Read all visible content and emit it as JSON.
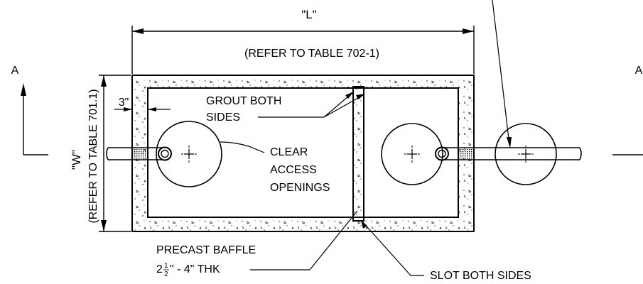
{
  "labels": {
    "length_symbol": "\"L\"",
    "length_ref": "(REFER TO TABLE 702-1)",
    "width_symbol": "\"W\"",
    "width_ref": "(REFER TO TABLE 701.1)",
    "wall_thickness": "3\"",
    "grout_line1": "GROUT BOTH",
    "grout_line2": "SIDES",
    "clear_line1": "CLEAR",
    "clear_line2": "ACCESS",
    "clear_line3": "OPENINGS",
    "baffle_line1": "PRECAST BAFFLE",
    "baffle_whole": "2",
    "baffle_frac_num": "1",
    "baffle_frac_den": "2",
    "baffle_rest": "\" - 4\" THK",
    "slot": "SLOT BOTH SIDES",
    "section_left": "A",
    "section_right": "A"
  },
  "colors": {
    "line": "#000000",
    "background": "#ffffff"
  }
}
